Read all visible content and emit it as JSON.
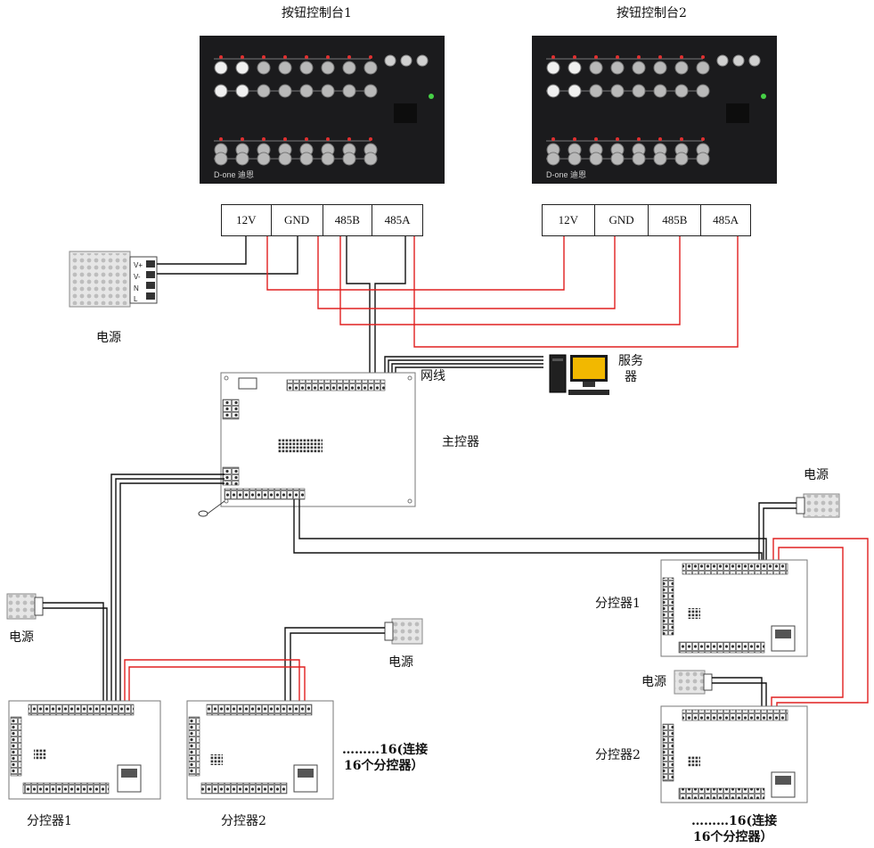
{
  "consoles": [
    {
      "title": "按钮控制台1",
      "brand": "D-one 迪恩"
    },
    {
      "title": "按钮控制台2",
      "brand": "D-one 迪恩"
    }
  ],
  "terminals": [
    {
      "labels": [
        "12V",
        "GND",
        "485B",
        "485A"
      ]
    },
    {
      "labels": [
        "12V",
        "GND",
        "485B",
        "485A"
      ]
    }
  ],
  "labels": {
    "power_top": "电源",
    "network": "网线",
    "server": "服务器",
    "main_controller": "主控器",
    "power_right_top": "电源",
    "sub_right_1": "分控器1",
    "power_right_mid": "电源",
    "sub_right_2": "分控器2",
    "power_left": "电源",
    "power_mid": "电源",
    "sub_bottom_1": "分控器1",
    "sub_bottom_2": "分控器2",
    "note_bottom_line1": "………16(连接",
    "note_bottom_line2": "16个分控器）",
    "note_right_line1": "………16(连接",
    "note_right_line2": "16个分控器）"
  },
  "colors": {
    "wire_black": "#111111",
    "wire_red": "#e02020",
    "board_outline": "#555555",
    "console_bg": "#1b1b1d"
  }
}
